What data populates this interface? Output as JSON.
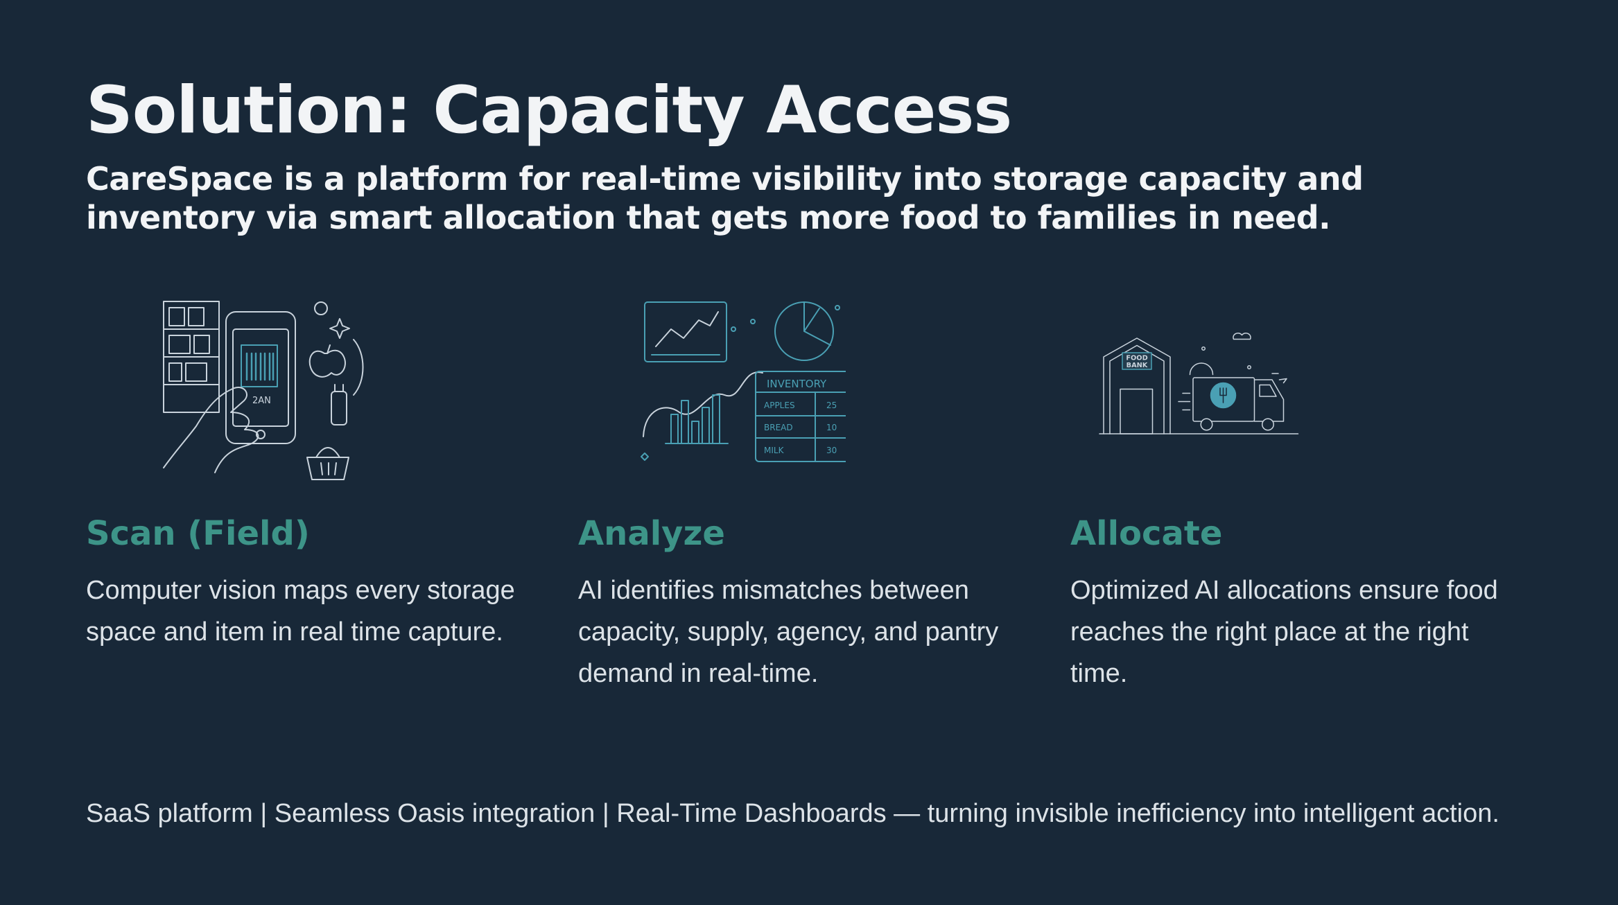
{
  "slide": {
    "title": "Solution: Capacity Access",
    "subtitle": "CareSpace is a platform for real-time visibility into storage capacity and inventory via smart allocation that gets more food to families in need."
  },
  "columns": [
    {
      "title": "Scan (Field)",
      "text": "Computer vision maps every storage space and item in real time capture.",
      "icon": "phone-scan-illustration",
      "illustration_text": "2AN"
    },
    {
      "title": "Analyze",
      "text": "AI identifies mismatches between capacity, supply, agency, and pantry demand in real-time.",
      "icon": "analytics-illustration",
      "inventory": {
        "header": "INVENTORY",
        "rows": [
          {
            "item": "APPLES",
            "qty": "25"
          },
          {
            "item": "BREAD",
            "qty": "10"
          },
          {
            "item": "MILK",
            "qty": "30"
          }
        ]
      }
    },
    {
      "title": "Allocate",
      "text": "Optimized AI allocations ensure food reaches the right place at the right time.",
      "icon": "food-bank-truck-illustration",
      "sign_line1": "FOOD",
      "sign_line2": "BANK"
    }
  ],
  "footer": "SaaS platform | Seamless Oasis integration | Real-Time Dashboards — turning invisible inefficiency into intelligent action.",
  "colors": {
    "background": "#182838",
    "accent": "#3d9488",
    "illustration_line": "#c9d3dc",
    "illustration_teal": "#4aa0b4"
  }
}
